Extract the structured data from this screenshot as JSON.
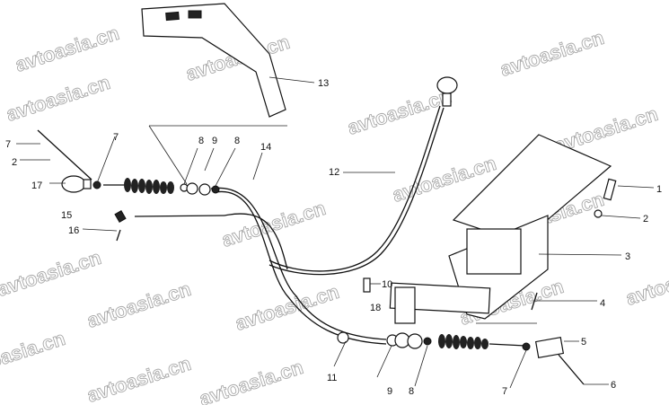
{
  "diagram": {
    "title": "Clutch / accelerator pedal cable assembly",
    "watermark": "avtoasia.cn",
    "callouts": {
      "c13": "13",
      "c7a": "7",
      "c2a": "2",
      "c17": "17",
      "c7b": "7",
      "c8a": "8",
      "c9a": "9",
      "c8b": "8",
      "c14": "14",
      "c12": "12",
      "c1": "1",
      "c2b": "2",
      "c3": "3",
      "c15": "15",
      "c16": "16",
      "c10": "10",
      "c18": "18",
      "c4": "4",
      "c5": "5",
      "c11": "11",
      "c9b": "9",
      "c8c": "8",
      "c7c": "7",
      "c6": "6"
    }
  }
}
